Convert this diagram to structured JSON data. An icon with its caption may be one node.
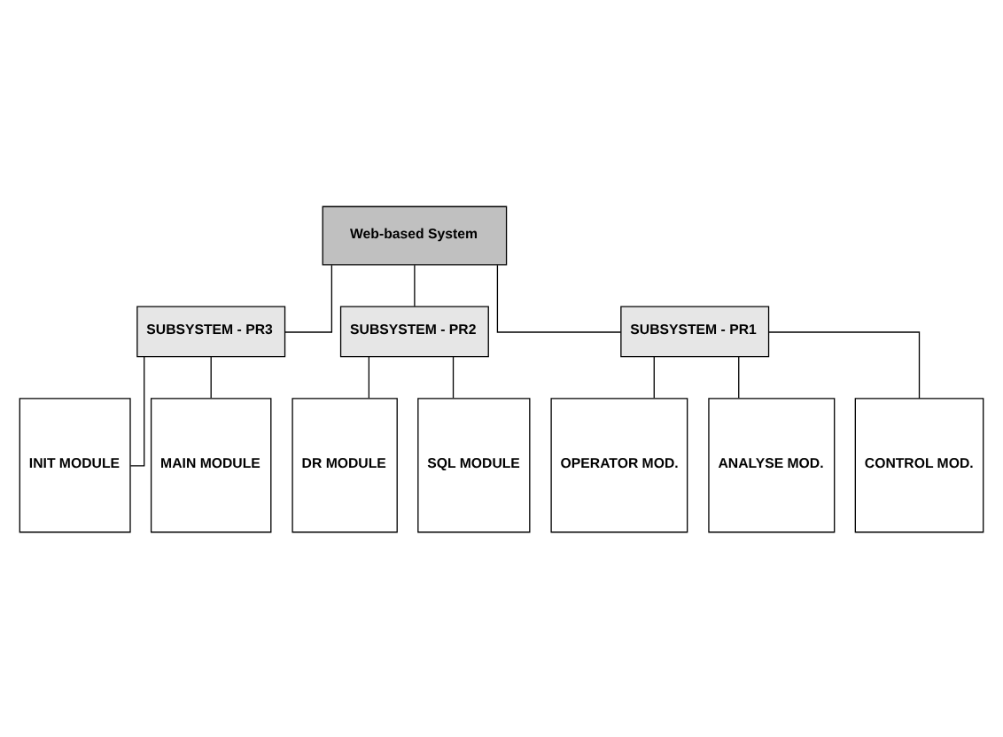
{
  "diagram": {
    "nodes": [
      {
        "text": [
          "Web-based System"
        ]
      },
      {
        "text": [
          "SUBSYSTEM - PR3"
        ]
      },
      {
        "text": [
          "SUBSYSTEM - PR2"
        ]
      },
      {
        "text": [
          "SUBSYSTEM - PR1"
        ]
      },
      {
        "text": [
          "INIT MODULE"
        ]
      },
      {
        "text": [
          "MAIN MODULE"
        ]
      },
      {
        "text": [
          "DR MODULE"
        ]
      },
      {
        "text": [
          "SQL MODULE"
        ]
      },
      {
        "text": [
          "OPERATOR MOD."
        ]
      },
      {
        "text": [
          "ANALYSE MOD."
        ]
      },
      {
        "text": [
          "CONTROL MOD."
        ]
      }
    ],
    "edges": [
      {
        "from": 0,
        "to": 1,
        "arrow": "none"
      },
      {
        "from": 0,
        "to": 2,
        "arrow": "none"
      },
      {
        "from": 0,
        "to": 3,
        "arrow": "none"
      },
      {
        "from": 1,
        "to": 4,
        "arrow": "none"
      },
      {
        "from": 1,
        "to": 5,
        "arrow": "none"
      },
      {
        "from": 2,
        "to": 6,
        "arrow": "none"
      },
      {
        "from": 2,
        "to": 7,
        "arrow": "none"
      },
      {
        "from": 3,
        "to": 8,
        "arrow": "none"
      },
      {
        "from": 3,
        "to": 9,
        "arrow": "none"
      },
      {
        "from": 3,
        "to": 10,
        "arrow": "none"
      }
    ]
  }
}
